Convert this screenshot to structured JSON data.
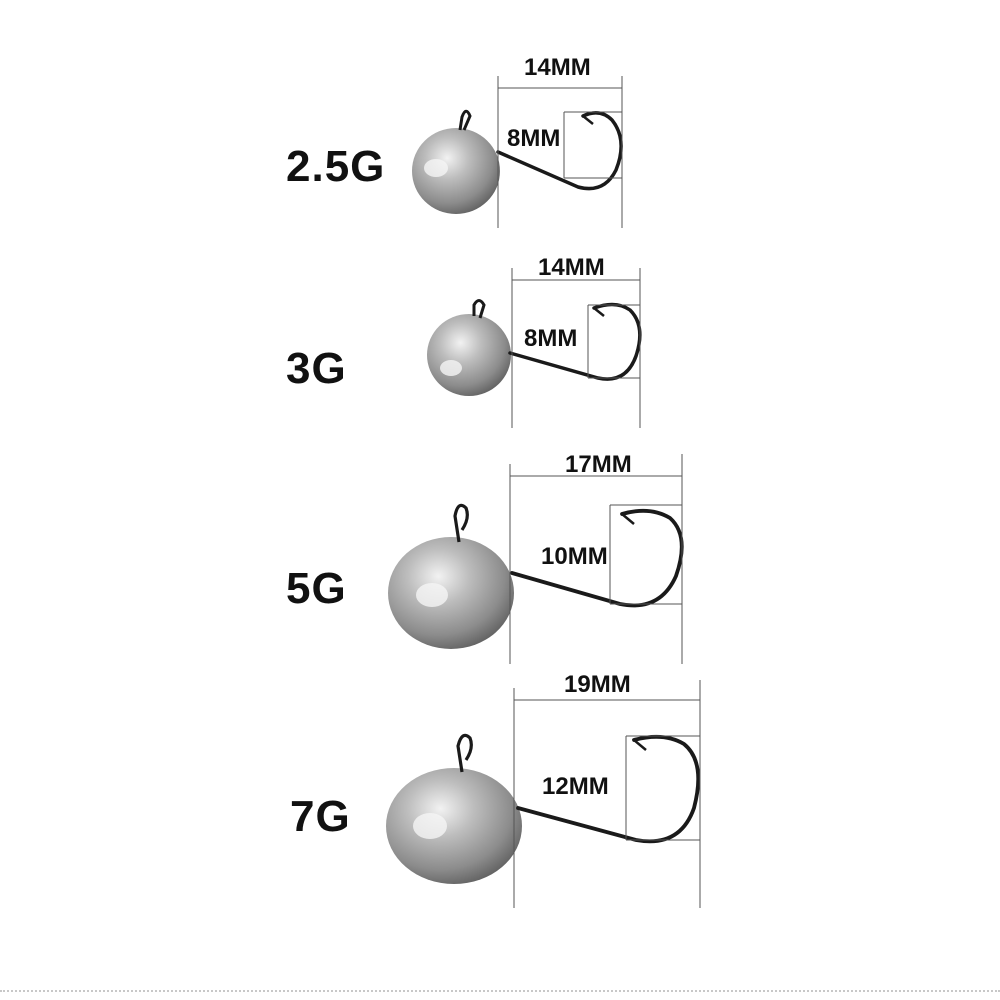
{
  "jigs": [
    {
      "weight": "2.5G",
      "width": "14MM",
      "gap": "8MM"
    },
    {
      "weight": "3G",
      "width": "14MM",
      "gap": "8MM"
    },
    {
      "weight": "5G",
      "width": "17MM",
      "gap": "10MM"
    },
    {
      "weight": "7G",
      "width": "19MM",
      "gap": "12MM"
    }
  ],
  "colors": {
    "lead": "#9a9a9a",
    "hook": "#1a1a1a",
    "dimension_line": "#555555"
  }
}
